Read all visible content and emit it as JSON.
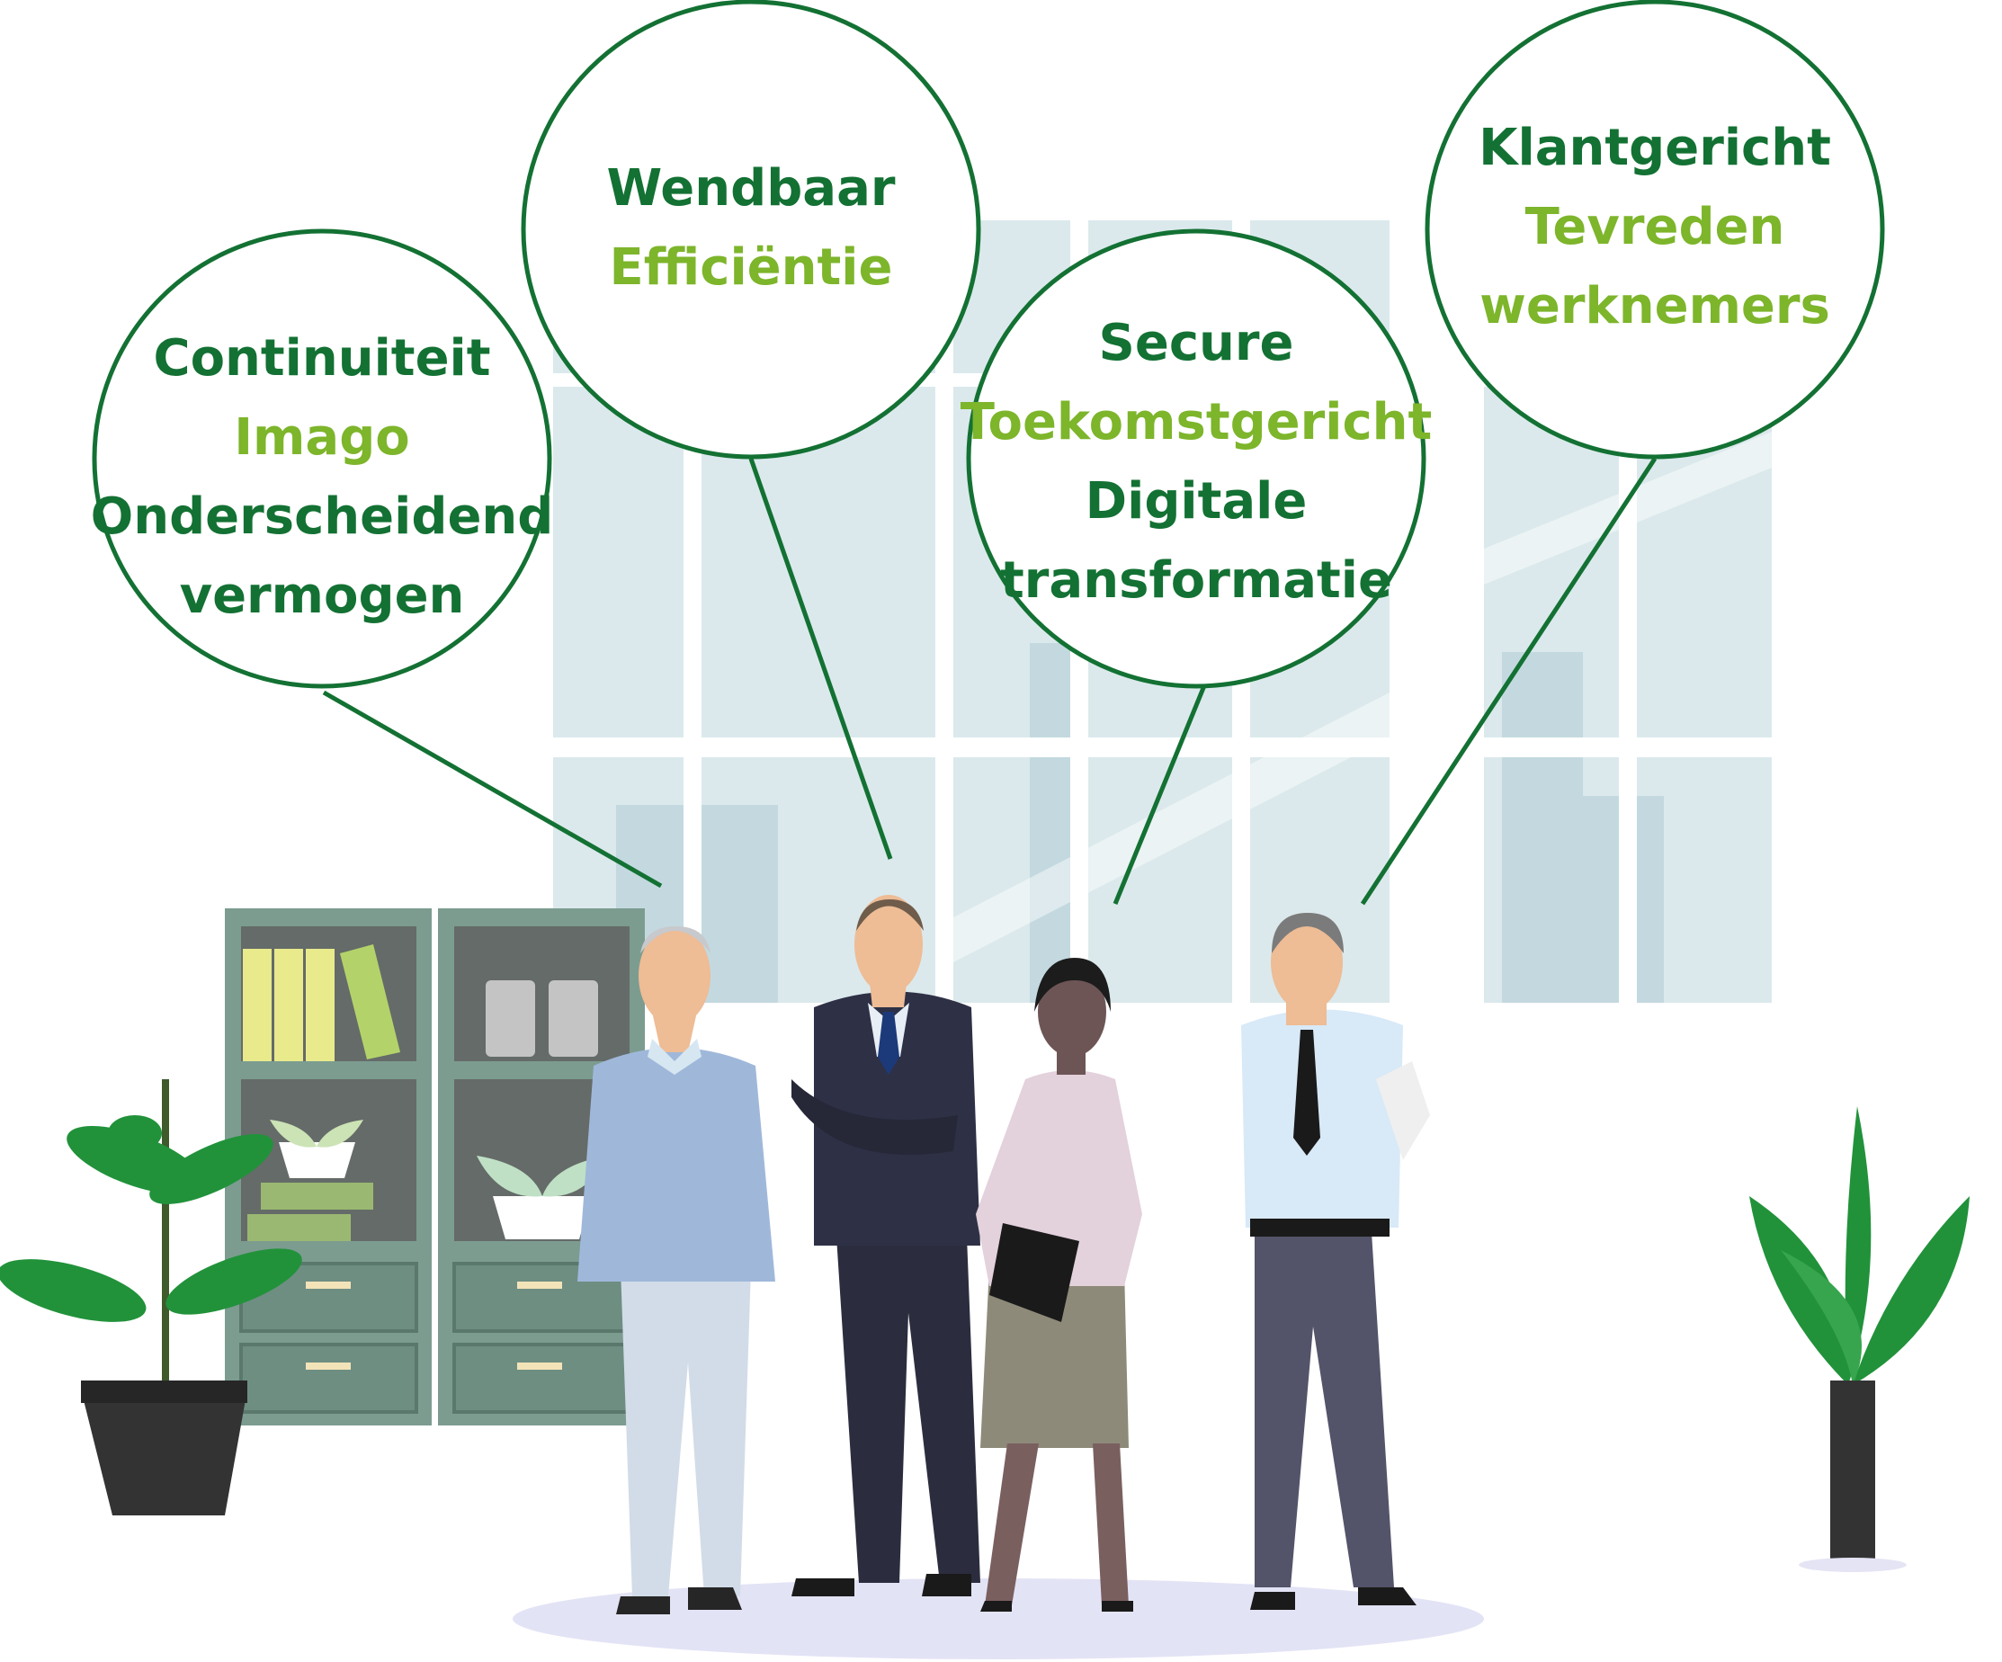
{
  "colors": {
    "accent_dark": "#137133",
    "accent_light": "#7db52b",
    "window": "#d7e6ea",
    "cabinet": "#7a9b8f"
  },
  "bubbles": {
    "left": {
      "line1": "Continuiteit",
      "line2": "Imago",
      "line3": "Onderscheidend",
      "line4": "vermogen"
    },
    "center_left": {
      "line1": "Wendbaar",
      "line2": "Efficiëntie"
    },
    "center_right": {
      "line1": "Secure",
      "line2": "Toekomstgericht",
      "line3": "Digitale",
      "line4": "transformatie"
    },
    "right": {
      "line1": "Klantgericht",
      "line2": "Tevreden",
      "line3": "werknemers"
    }
  }
}
